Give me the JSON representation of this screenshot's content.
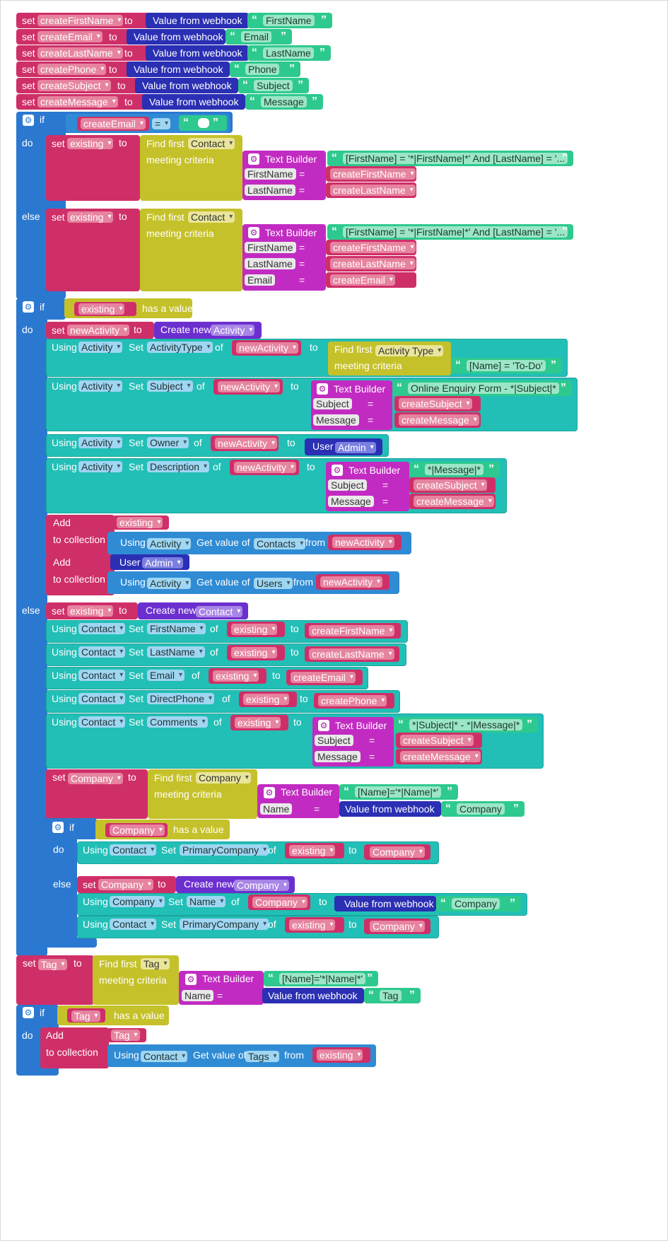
{
  "kw": {
    "set": "set",
    "to": "to",
    "if": "if",
    "do": "do",
    "else": "else",
    "value_from_webhook": "Value from webhook",
    "find_first": "Find first",
    "meeting_criteria": "meeting criteria",
    "text_builder": "Text Builder",
    "has_a_value": "has a value",
    "create_new": "Create new",
    "using": "Using",
    "set_kw": "Set",
    "of": "of",
    "add": "Add",
    "to_collection": "to collection",
    "get_value_of": "Get value of",
    "from": "from",
    "user": "User",
    "eq": "=",
    "open_quote": "“",
    "close_quote": "”"
  },
  "blocks": [
    {
      "type": "set_webhook",
      "row": 0,
      "var": "createFirstName",
      "field": "FirstName"
    },
    {
      "type": "set_webhook",
      "row": 1,
      "var": "createEmail",
      "field": "Email"
    },
    {
      "type": "set_webhook",
      "row": 2,
      "var": "createLastName",
      "field": "LastName"
    },
    {
      "type": "set_webhook",
      "row": 3,
      "var": "createPhone",
      "field": "Phone"
    },
    {
      "type": "set_webhook",
      "row": 4,
      "var": "createSubject",
      "field": "Subject"
    },
    {
      "type": "set_webhook",
      "row": 5,
      "var": "createMessage",
      "field": "Message"
    }
  ],
  "if1": {
    "cond_var": "createEmail",
    "operator": "=",
    "compare_text": "",
    "do": {
      "var": "existing",
      "object": "Contact",
      "template": "[FirstName] = '*|FirstName|*' And [LastName] = '...",
      "params": [
        {
          "name": "FirstName",
          "var": "createFirstName"
        },
        {
          "name": "LastName",
          "var": "createLastName"
        }
      ]
    },
    "else": {
      "var": "existing",
      "object": "Contact",
      "template": "[FirstName] = '*|FirstName|*' And [LastName] = '...",
      "params": [
        {
          "name": "FirstName",
          "var": "createFirstName"
        },
        {
          "name": "LastName",
          "var": "createLastName"
        },
        {
          "name": "Email",
          "var": "createEmail"
        }
      ]
    }
  },
  "if2": {
    "cond_var": "existing",
    "new_var": "newActivity",
    "new_object": "Activity",
    "act_type": {
      "obj": "Activity",
      "field": "ActivityType",
      "of": "newActivity",
      "find_obj": "Activity Type",
      "criteria": "[Name] = 'To-Do'"
    },
    "act_subject": {
      "obj": "Activity",
      "field": "Subject",
      "of": "newActivity",
      "template": "Online Enquiry Form - *|Subject|*",
      "params": [
        {
          "name": "Subject",
          "var": "createSubject"
        },
        {
          "name": "Message",
          "var": "createMessage"
        }
      ]
    },
    "act_owner": {
      "obj": "Activity",
      "field": "Owner",
      "of": "newActivity",
      "user": "Admin"
    },
    "act_desc": {
      "obj": "Activity",
      "field": "Description",
      "of": "newActivity",
      "template": "*|Message|*",
      "params": [
        {
          "name": "Subject",
          "var": "createSubject"
        },
        {
          "name": "Message",
          "var": "createMessage"
        }
      ]
    },
    "add1": {
      "item": "existing",
      "obj": "Activity",
      "coll": "Contacts",
      "from": "newActivity"
    },
    "add2": {
      "user": "Admin",
      "obj": "Activity",
      "coll": "Users",
      "from": "newActivity"
    },
    "else_var": "existing",
    "else_obj": "Contact",
    "else_sets": [
      {
        "obj": "Contact",
        "field": "FirstName",
        "of": "existing",
        "val": "createFirstName"
      },
      {
        "obj": "Contact",
        "field": "LastName",
        "of": "existing",
        "val": "createLastName"
      },
      {
        "obj": "Contact",
        "field": "Email",
        "of": "existing",
        "val": "createEmail"
      },
      {
        "obj": "Contact",
        "field": "DirectPhone",
        "of": "existing",
        "val": "createPhone"
      }
    ],
    "comments": {
      "obj": "Contact",
      "field": "Comments",
      "of": "existing",
      "template": "*|Subject|* - *|Message|*",
      "params": [
        {
          "name": "Subject",
          "var": "createSubject"
        },
        {
          "name": "Message",
          "var": "createMessage"
        }
      ]
    },
    "company": {
      "var": "Company",
      "obj": "Company",
      "template": "[Name]='*|Name|*'",
      "param": "Name",
      "webhook": "Company"
    },
    "if3": {
      "cond": "Company",
      "do": {
        "obj": "Contact",
        "field": "PrimaryCompany",
        "of": "existing",
        "val": "Company"
      },
      "else_new": {
        "var": "Company",
        "obj": "Company"
      },
      "else1": {
        "obj": "Company",
        "field": "Name",
        "of": "Company",
        "webhook": "Company"
      },
      "else2": {
        "obj": "Contact",
        "field": "PrimaryCompany",
        "of": "existing",
        "val": "Company"
      }
    }
  },
  "tag": {
    "var": "Tag",
    "obj": "Tag",
    "template": "[Name]='*|Name|*'",
    "param": "Name",
    "webhook": "Tag"
  },
  "if4": {
    "cond": "Tag",
    "add_item": "Tag",
    "obj": "Contact",
    "coll": "Tags",
    "from": "existing"
  }
}
